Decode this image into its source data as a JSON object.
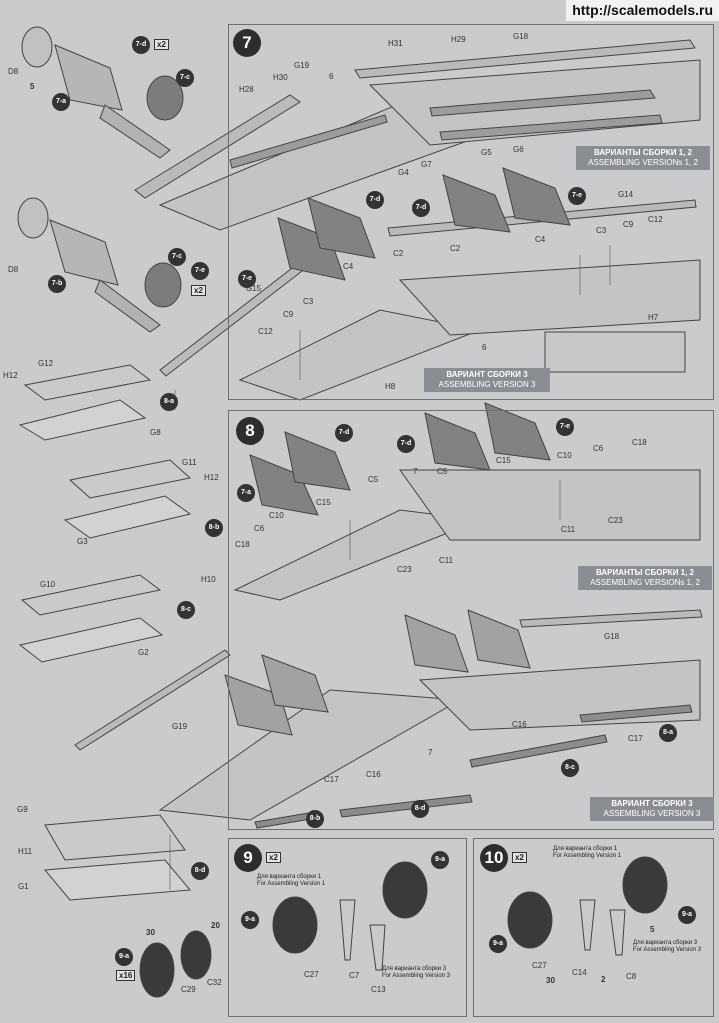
{
  "watermark": "http://scalemodels.ru",
  "steps": {
    "s7": "7",
    "s8": "8",
    "s9": "9",
    "s10": "10"
  },
  "variants": {
    "v12_ru": "ВАРИАНТЫ СБОРКИ 1, 2",
    "v12_en": "ASSEMBLING VERSIONs 1, 2",
    "v3_ru": "ВАРИАНТ СБОРКИ 3",
    "v3_en": "ASSEMBLING VERSION 3"
  },
  "notes": {
    "v1_ru": "Для варианта сборки 1",
    "v1_en": "For Assembling Version 1",
    "v3_ru": "Для варианта сборки 3",
    "v3_en": "For Assembling Version 3"
  },
  "multipliers": {
    "x2": "x2",
    "x16": "x16"
  },
  "subassemblies": {
    "s7a": "7-a",
    "s7b": "7-b",
    "s7c": "7-c",
    "s7d": "7-d",
    "s7e": "7-e",
    "s8a": "8-a",
    "s8b": "8-b",
    "s8c": "8-c",
    "s8d": "8-d",
    "s9a": "9-a"
  },
  "parts": {
    "D8": "D8",
    "G1": "G1",
    "G2": "G2",
    "G3": "G3",
    "G4": "G4",
    "G5": "G5",
    "G6": "G6",
    "G7": "G7",
    "G8": "G8",
    "G9": "G9",
    "G10": "G10",
    "G11": "G11",
    "G12": "G12",
    "G14": "G14",
    "G15": "G15",
    "G18": "G18",
    "G19": "G19",
    "H7": "H7",
    "H8": "H8",
    "H10": "H10",
    "H11": "H11",
    "H12": "H12",
    "H28": "H28",
    "H29": "H29",
    "H30": "H30",
    "H31": "H31",
    "C2": "C2",
    "C3": "C3",
    "C4": "C4",
    "C5": "C5",
    "C6": "C6",
    "C7": "C7",
    "C8": "C8",
    "C9": "C9",
    "C10": "C10",
    "C11": "C11",
    "C12": "C12",
    "C13": "C13",
    "C14": "C14",
    "C15": "C15",
    "C16": "C16",
    "C17": "C17",
    "C18": "C18",
    "C23": "C23",
    "C27": "C27",
    "C29": "C29",
    "C32": "C32",
    "n6": "6",
    "n7": "7"
  },
  "paint_refs": {
    "p5": "5",
    "p30": "30",
    "p20": "20",
    "p2": "2"
  }
}
